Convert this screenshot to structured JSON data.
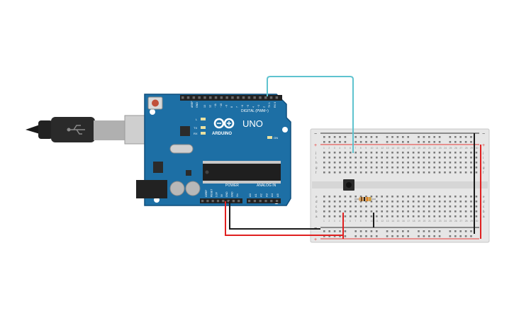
{
  "arduino": {
    "brand": "ARDUINO",
    "model": "UNO",
    "digital_header": "DIGITAL (PWM~)",
    "analog_header": "ANALOG IN",
    "power_header": "POWER",
    "led_l": "L",
    "led_tx": "TX",
    "led_rx": "RX",
    "led_on": "ON",
    "aref": "AREF",
    "gnd": "GND",
    "digital_pins": [
      "13",
      "12",
      "~11",
      "~10",
      "~9",
      "8",
      "7",
      "~6",
      "~5",
      "4",
      "~3",
      "2",
      "TX 1",
      "RX 0"
    ],
    "power_pins": [
      "IOREF",
      "RESET",
      "3.3V",
      "5V",
      "GND",
      "GND",
      "Vin"
    ],
    "analog_pins": [
      "A0",
      "A1",
      "A2",
      "A3",
      "A4",
      "A5"
    ]
  },
  "breadboard": {
    "row_letters_top": [
      "j",
      "i",
      "h",
      "g",
      "f"
    ],
    "row_letters_bottom": [
      "e",
      "d",
      "c",
      "b",
      "a"
    ],
    "plus_sign": "+",
    "minus_sign": "−",
    "columns": 30
  },
  "colors": {
    "board": "#1d6fa5",
    "board_dark": "#0f4f7d",
    "breadboard": "#e6e6e6",
    "wire_cyan": "#5fc3cf",
    "wire_red": "#e02020",
    "wire_black": "#1a1a1a",
    "rail_red": "#e53935",
    "rail_blue": "#222222"
  }
}
